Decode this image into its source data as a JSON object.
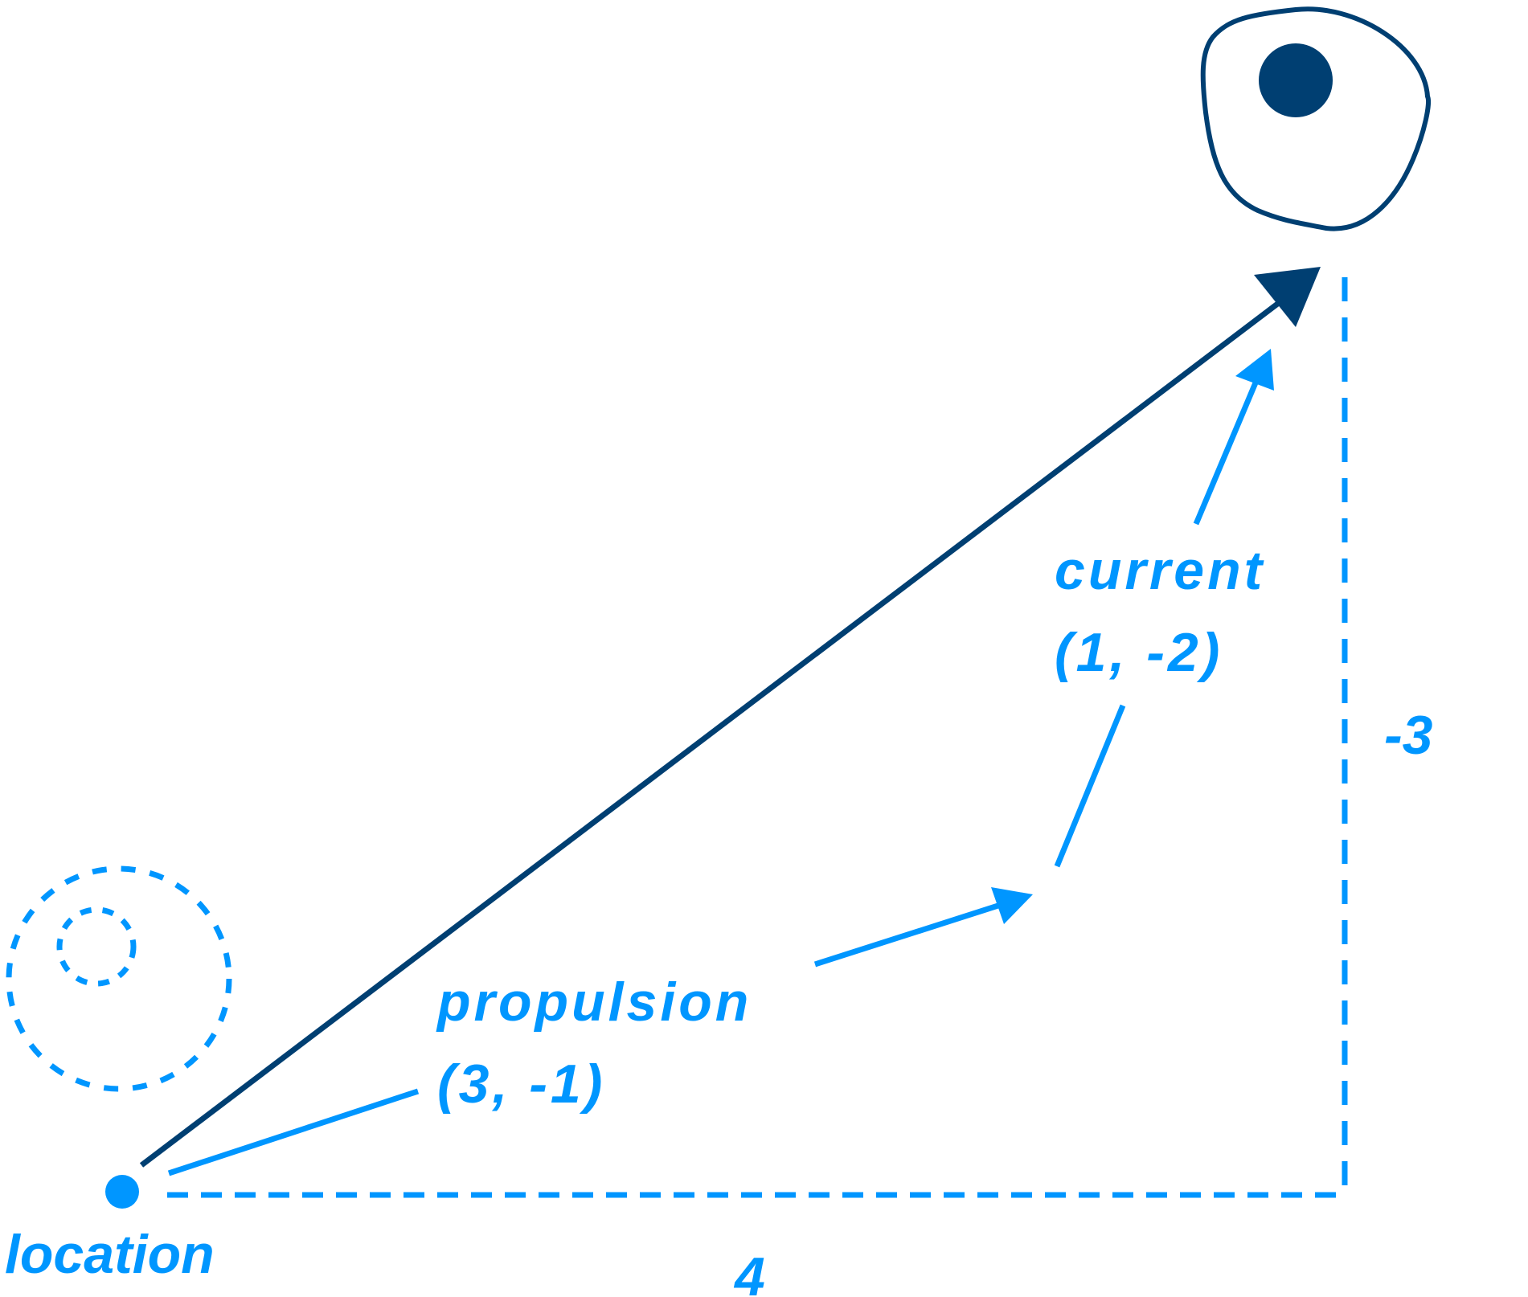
{
  "labels": {
    "location": "location",
    "propulsion_name": "propulsion",
    "propulsion_value": "(3, -1)",
    "current_name": "current",
    "current_value": "(1, -2)",
    "dx": "4",
    "dy": "-3"
  },
  "vectors": {
    "propulsion": [
      3,
      -1
    ],
    "current": [
      1,
      -2
    ]
  },
  "colors": {
    "light": "#0096FF",
    "dark": "#003F72",
    "background": "#FFFFFF"
  }
}
